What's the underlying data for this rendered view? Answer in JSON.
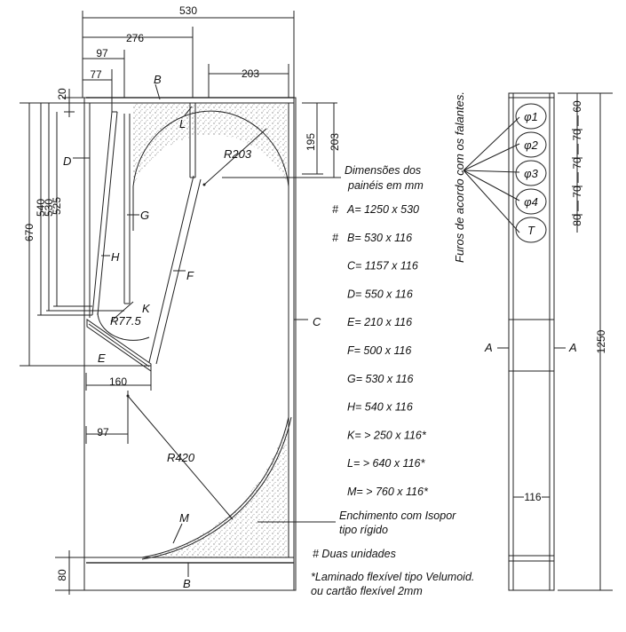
{
  "dimensions_top": {
    "w530": "530",
    "w276": "276",
    "w97": "97",
    "w77": "77",
    "w203": "203"
  },
  "dimensions_left": {
    "h20": "20",
    "h670": "670",
    "h540": "540",
    "h530": "530",
    "h525": "525"
  },
  "dimensions_right": {
    "h195": "195",
    "h203": "203"
  },
  "dimensions_misc": {
    "d160": "160",
    "d97": "97",
    "d80": "80"
  },
  "radii": {
    "r203": "R203",
    "r77": "R77.5",
    "r420": "R420"
  },
  "labels": {
    "B_top": "B",
    "B_bottom": "B",
    "L": "L",
    "D": "D",
    "G": "G",
    "H": "H",
    "F": "F",
    "K": "K",
    "E": "E",
    "C": "C",
    "M": "M"
  },
  "panel_title": [
    "Dimensões dos",
    "painéis em mm"
  ],
  "panels": [
    {
      "mark": "#",
      "text": "A=  1250 x 530"
    },
    {
      "mark": "#",
      "text": "B=   530 x 116"
    },
    {
      "mark": "",
      "text": "C=  1157 x 116"
    },
    {
      "mark": "",
      "text": "D=   550 x 116"
    },
    {
      "mark": "",
      "text": "E=   210 x 116"
    },
    {
      "mark": "",
      "text": "F=   500 x 116"
    },
    {
      "mark": "",
      "text": "G=   530 x 116"
    },
    {
      "mark": "",
      "text": "H=   540 x 116"
    },
    {
      "mark": "",
      "text": "K=  > 250  x 116*"
    },
    {
      "mark": "",
      "text": "L=   > 640  x 116*"
    },
    {
      "mark": "",
      "text": "M= > 760  x 116*"
    }
  ],
  "fill_note": [
    "Enchimento com Isopor",
    "tipo rígido"
  ],
  "units_note": "# Duas unidades",
  "laminate_note": [
    "*Laminado flexível  tipo Velumoid.",
    "ou cartão flexível 2mm"
  ],
  "front": {
    "holes_label": "Furos de acordo com os falantes.",
    "holes": [
      "φ1",
      "φ2",
      "φ3",
      "φ4",
      "T"
    ],
    "side_A": "A",
    "h1250": "1250",
    "w116": "116",
    "spacing": "80 — 70 — 70 — 70 — 60"
  },
  "colors": {
    "line": "#222222",
    "stipple": "#9a9a9a"
  }
}
